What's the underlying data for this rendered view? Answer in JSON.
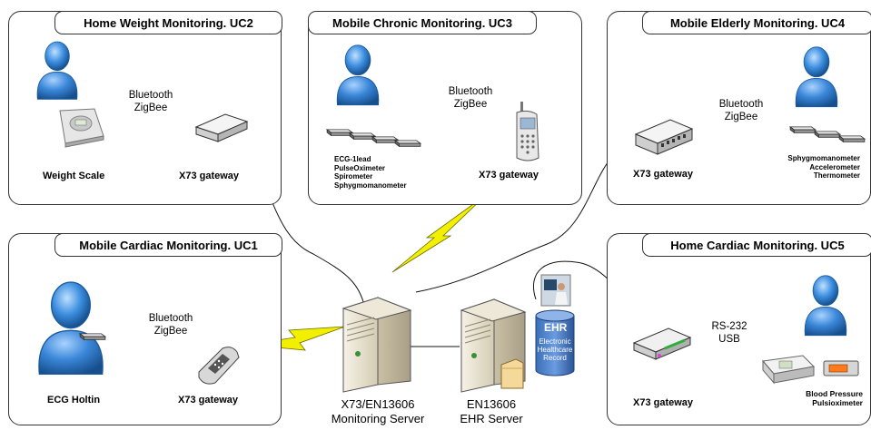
{
  "panels": {
    "uc2": {
      "title": "Home Weight Monitoring. UC2",
      "link": "Bluetooth\nZigBee",
      "device": "Weight Scale",
      "gateway": "X73 gateway"
    },
    "uc3": {
      "title": "Mobile Chronic Monitoring. UC3",
      "link": "Bluetooth\nZigBee",
      "devices": [
        "ECG-1lead",
        "PulseOximeter",
        "Spirometer",
        "Sphygmomanometer"
      ],
      "gateway": "X73 gateway"
    },
    "uc4": {
      "title": "Mobile Elderly Monitoring. UC4",
      "link": "Bluetooth\nZigBee",
      "devices": [
        "Sphygmomanometer",
        "Accelerometer",
        "Thermometer"
      ],
      "gateway": "X73 gateway"
    },
    "uc1": {
      "title": "Mobile Cardiac Monitoring. UC1",
      "link": "Bluetooth\nZigBee",
      "device": "ECG Holtin",
      "gateway": "X73 gateway"
    },
    "uc5": {
      "title": "Home Cardiac Monitoring. UC5",
      "link": "RS-232\nUSB",
      "devices": [
        "Blood Pressure",
        "Pulsioximeter"
      ],
      "gateway": "X73 gateway"
    }
  },
  "servers": {
    "monitoring": {
      "line1": "X73/EN13606",
      "line2": "Monitoring Server"
    },
    "ehr": {
      "line1": "EN13606",
      "line2": "EHR Server"
    },
    "ehr_db": {
      "title": "EHR",
      "line1": "Electronic",
      "line2": "Healthcare",
      "line3": "Record"
    }
  },
  "colors": {
    "person": "#2f7fd0",
    "lightning": "#e8e800",
    "border": "#333333"
  }
}
